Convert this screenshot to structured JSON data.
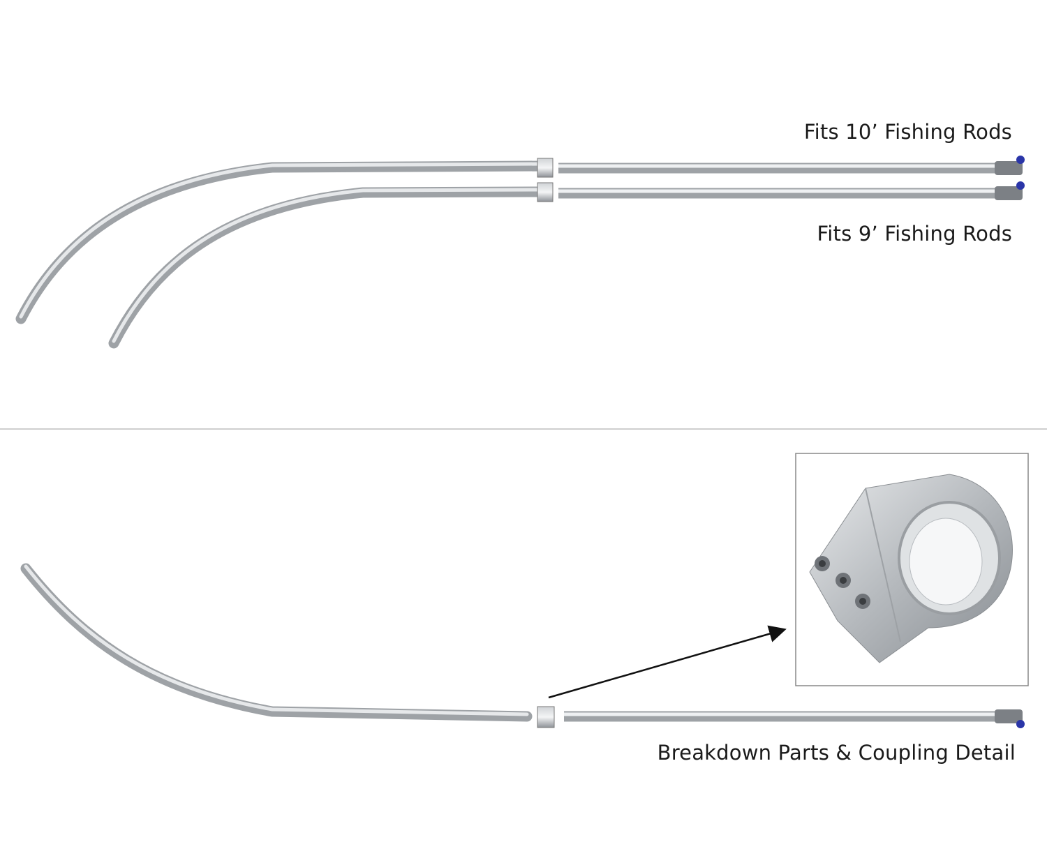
{
  "labels": {
    "rod_10ft": "Fits 10’ Fishing Rods",
    "rod_9ft": "Fits 9’ Fishing Rods",
    "breakdown": "Breakdown Parts & Coupling Detail"
  },
  "colors": {
    "tube_dark": "#9ea2a6",
    "tube_light": "#e6e8ea",
    "cap_accent": "#2a35a8",
    "divider": "#bdbdbd"
  }
}
